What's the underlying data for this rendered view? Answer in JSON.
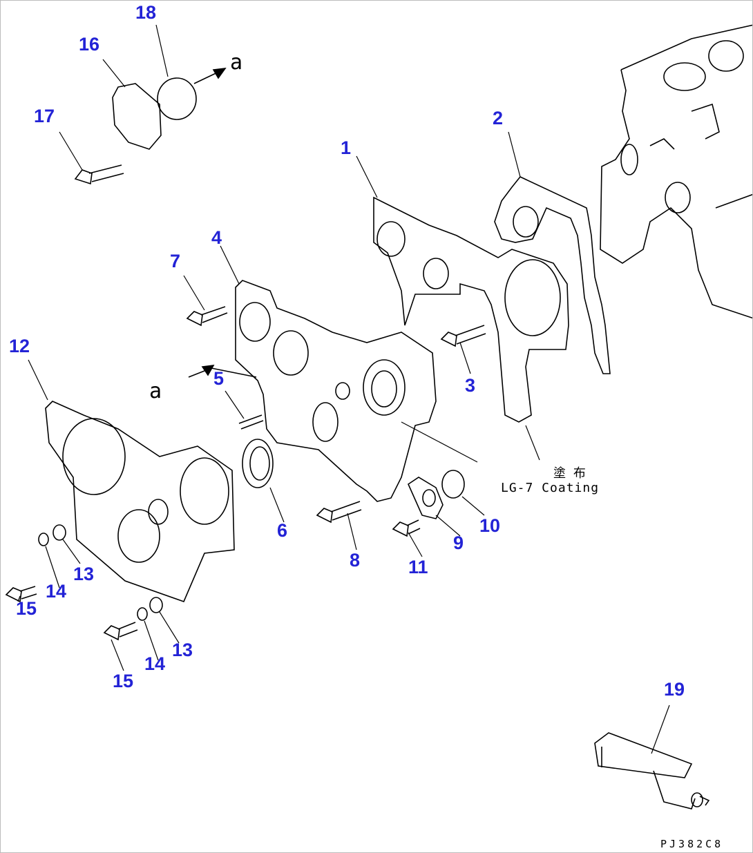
{
  "colors": {
    "label": "#2323d6",
    "line": "#000000"
  },
  "parts": [
    {
      "id": "1",
      "name": "part-label-1"
    },
    {
      "id": "2",
      "name": "part-label-2"
    },
    {
      "id": "3",
      "name": "part-label-3"
    },
    {
      "id": "4",
      "name": "part-label-4"
    },
    {
      "id": "5",
      "name": "part-label-5"
    },
    {
      "id": "6",
      "name": "part-label-6"
    },
    {
      "id": "7",
      "name": "part-label-7"
    },
    {
      "id": "8",
      "name": "part-label-8"
    },
    {
      "id": "9",
      "name": "part-label-9"
    },
    {
      "id": "10",
      "name": "part-label-10"
    },
    {
      "id": "11",
      "name": "part-label-11"
    },
    {
      "id": "12",
      "name": "part-label-12"
    },
    {
      "id": "13",
      "name": "part-label-13"
    },
    {
      "id": "13",
      "name": "part-label-13b"
    },
    {
      "id": "14",
      "name": "part-label-14"
    },
    {
      "id": "14",
      "name": "part-label-14b"
    },
    {
      "id": "15",
      "name": "part-label-15"
    },
    {
      "id": "15",
      "name": "part-label-15b"
    },
    {
      "id": "16",
      "name": "part-label-16"
    },
    {
      "id": "17",
      "name": "part-label-17"
    },
    {
      "id": "18",
      "name": "part-label-18"
    },
    {
      "id": "19",
      "name": "part-label-19"
    }
  ],
  "refs": {
    "a_top": "a",
    "a_mid": "a"
  },
  "note": {
    "jp": "塗 布",
    "en": "LG-7 Coating"
  },
  "drawing_number": "PJ382C8"
}
